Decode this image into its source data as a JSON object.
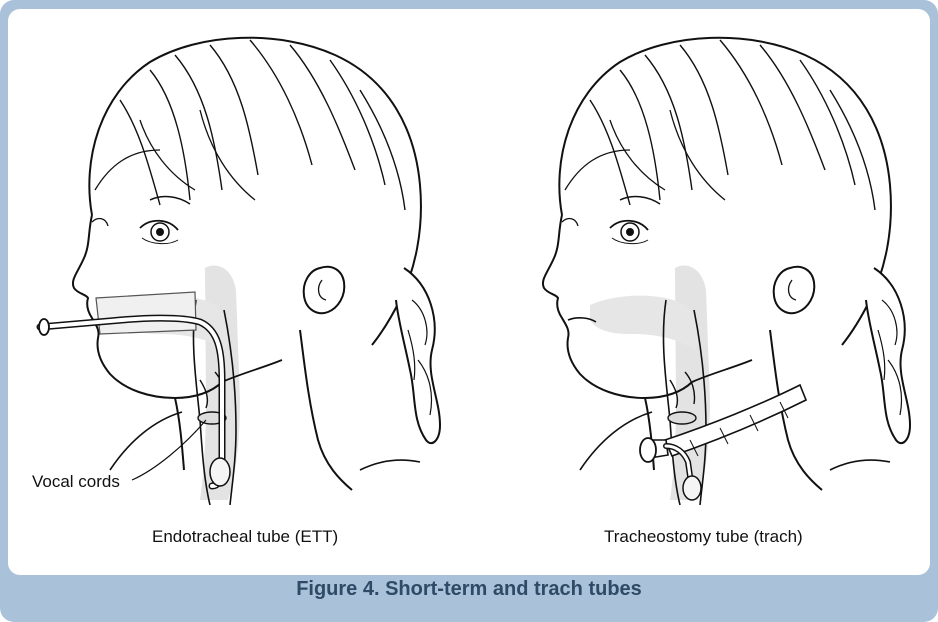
{
  "figure": {
    "caption": "Figure 4. Short-term and trach tubes",
    "frame_color": "#a9c1d9",
    "caption_color": "#2e4a66"
  },
  "panels": [
    {
      "label": "Endotracheal tube (ETT)",
      "callout": "Vocal cords",
      "device": "endotracheal-tube"
    },
    {
      "label": "Tracheostomy tube (trach)",
      "device": "tracheostomy-tube"
    }
  ]
}
